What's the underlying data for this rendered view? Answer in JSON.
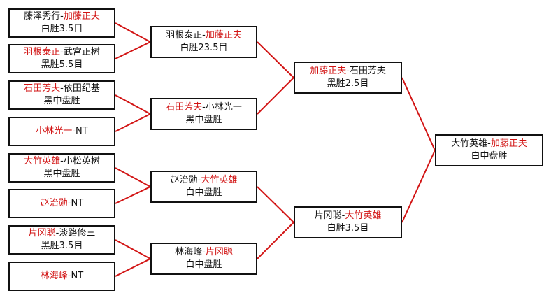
{
  "colors": {
    "winner": "#d21414",
    "text": "#111111",
    "connector": "#d21414",
    "border": "#111111"
  },
  "round1": [
    {
      "p1": "藤泽秀行",
      "p2": "加藤正夫",
      "winner": 2,
      "result": "白胜3.5目"
    },
    {
      "p1": "羽根泰正",
      "p2": "武宫正树",
      "winner": 1,
      "result": "黑胜5.5目"
    },
    {
      "p1": "石田芳夫",
      "p2": "依田纪基",
      "winner": 1,
      "result": "黑中盘胜"
    },
    {
      "p1": "小林光一",
      "p2": "NT",
      "winner": 1,
      "result": ""
    },
    {
      "p1": "大竹英雄",
      "p2": "小松英树",
      "winner": 1,
      "result": "黑中盘胜"
    },
    {
      "p1": "赵治勋",
      "p2": "NT",
      "winner": 1,
      "result": ""
    },
    {
      "p1": "片冈聪",
      "p2": "淡路修三",
      "winner": 1,
      "result": "黑胜3.5目"
    },
    {
      "p1": "林海峰",
      "p2": "NT",
      "winner": 1,
      "result": ""
    }
  ],
  "round2": [
    {
      "p1": "羽根泰正",
      "p2": "加藤正夫",
      "winner": 2,
      "result": "白胜23.5目"
    },
    {
      "p1": "石田芳夫",
      "p2": "小林光一",
      "winner": 1,
      "result": "黑中盘胜"
    },
    {
      "p1": "赵治勋",
      "p2": "大竹英雄",
      "winner": 2,
      "result": "白中盘胜"
    },
    {
      "p1": "林海峰",
      "p2": "片冈聪",
      "winner": 2,
      "result": "白中盘胜"
    }
  ],
  "round3": [
    {
      "p1": "加藤正夫",
      "p2": "石田芳夫",
      "winner": 1,
      "result": "黑胜2.5目"
    },
    {
      "p1": "片冈聪",
      "p2": "大竹英雄",
      "winner": 2,
      "result": "白胜3.5目"
    }
  ],
  "final": [
    {
      "p1": "大竹英雄",
      "p2": "加藤正夫",
      "winner": 2,
      "result": "白中盘胜"
    }
  ],
  "separator": "-"
}
